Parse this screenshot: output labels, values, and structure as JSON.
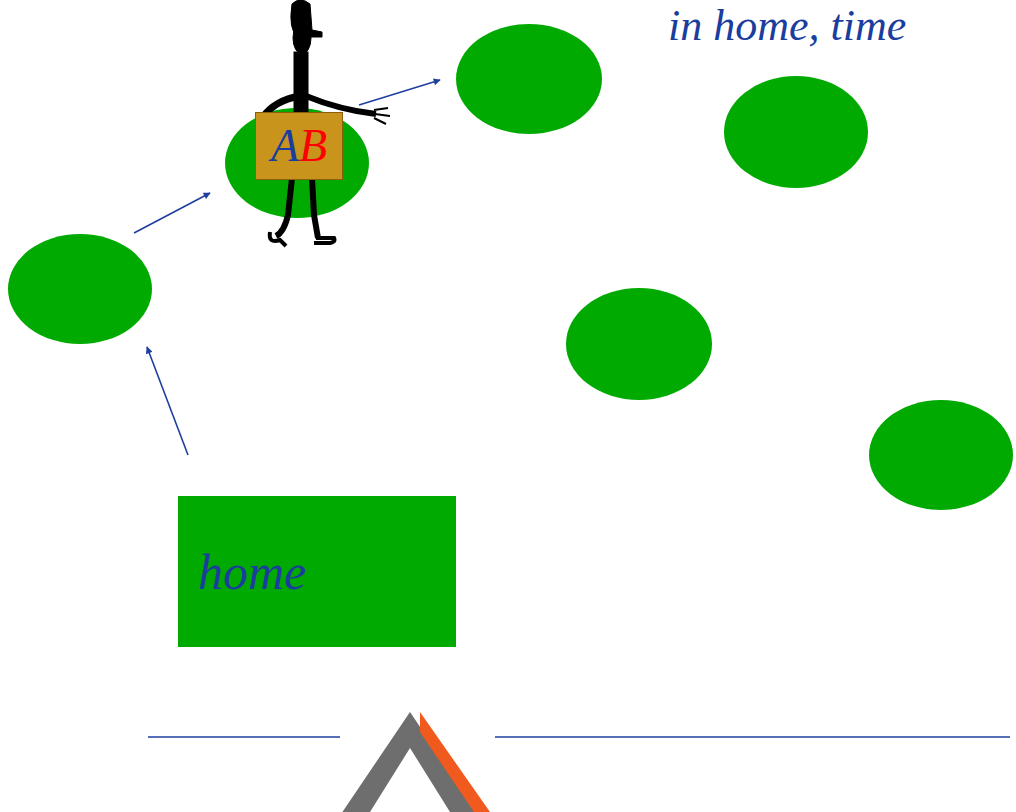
{
  "diagram": {
    "nodes": [
      {
        "text": [
          "home"
        ]
      },
      {
        "text": [
          "A",
          "B"
        ]
      }
    ],
    "labels": [
      "in home, time"
    ]
  }
}
